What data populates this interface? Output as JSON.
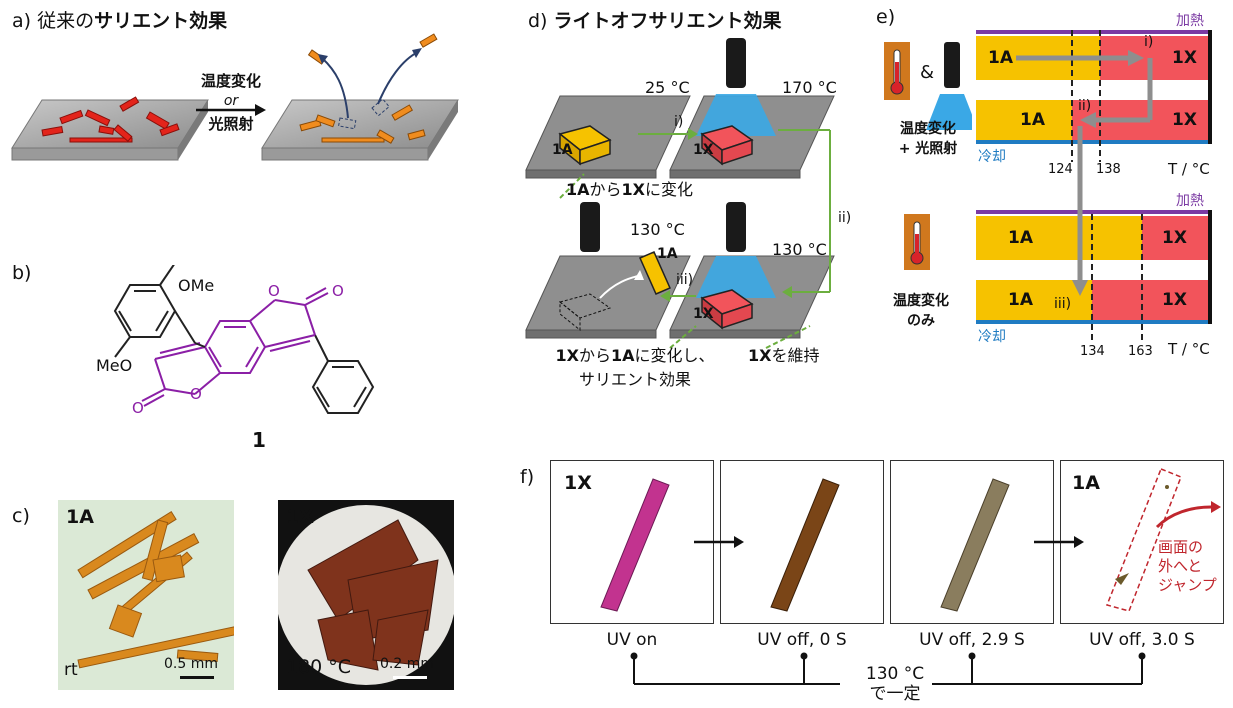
{
  "panel_a": {
    "label": "a)",
    "title_prefix": "従来の",
    "title_bold": "サリエント効果",
    "arrow_top": "温度変化",
    "arrow_mid": "or",
    "arrow_bottom": "光照射"
  },
  "panel_b": {
    "label": "b)",
    "ome_top": "OMe",
    "ome_bottom": "MeO",
    "compound": "1",
    "o_top_ring": "O",
    "o_top_carbonyl": "O",
    "o_bottom_ring": "O",
    "o_bottom_carbonyl": "O"
  },
  "panel_c": {
    "label": "c)",
    "photo1_title": "1A",
    "photo1_temp": "rt",
    "photo1_scale": "0.5 mm",
    "photo2_title": "1X",
    "photo2_temp": "180 °C",
    "photo2_scale": "0.2 mm"
  },
  "panel_d": {
    "label": "d)",
    "title": "ライトオフサリエント効果",
    "t1": "25 °C",
    "t2": "170 °C",
    "t3": "130 °C",
    "t4": "130 °C",
    "step_i": "i)",
    "step_ii": "ii)",
    "step_iii": "iii)",
    "crystal_1a": "1A",
    "crystal_1x": "1X",
    "crystal_1a_2": "1A",
    "crystal_1x_2": "1X",
    "note1_bold1": "1A",
    "note1_mid": "から",
    "note1_bold2": "1X",
    "note1_end": "に変化",
    "note2_bold1": "1X",
    "note2_mid": "から",
    "note2_bold2": "1A",
    "note2_end": "に変化し、",
    "note2_line2": "サリエント効果",
    "note3_bold": "1X",
    "note3_end": "を維持"
  },
  "panel_e": {
    "label": "e)",
    "amp": "&",
    "top_caption1": "温度変化",
    "top_caption2": "+ 光照射",
    "bottom_caption1": "温度変化",
    "bottom_caption2": "のみ",
    "heat": "加熱",
    "cool": "冷却",
    "phase_a": "1A",
    "phase_x": "1X",
    "step_i": "i)",
    "step_ii": "ii)",
    "step_iii": "iii)",
    "axis": "T / °C",
    "top_ticks": [
      "124",
      "138"
    ],
    "bottom_ticks": [
      "134",
      "163"
    ],
    "colors": {
      "a": "#f6c200",
      "x": "#f2545b",
      "heat": "#7b3aa3",
      "cool": "#1f7bc2"
    }
  },
  "panel_f": {
    "label": "f)",
    "frame1_title": "1X",
    "frame4_title": "1A",
    "captions": [
      "UV on",
      "UV off, 0 S",
      "UV off, 2.9 S",
      "UV off, 3.0 S"
    ],
    "jump_note": [
      "画面の",
      "外へと",
      "ジャンプ"
    ],
    "constant_line1": "130 °C",
    "constant_line2": "で一定"
  }
}
